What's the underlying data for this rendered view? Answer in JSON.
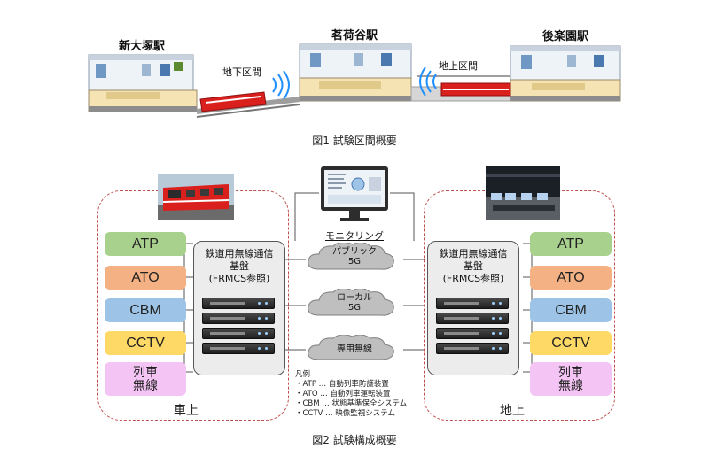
{
  "figure1": {
    "stations": [
      "新大塚駅",
      "茗荷谷駅",
      "後楽園駅"
    ],
    "sections": [
      "地下区間",
      "地上区間"
    ],
    "caption": "図1 試験区間概要",
    "train_color": "#d9201c"
  },
  "figure2": {
    "caption": "図2 試験構成概要",
    "onboard_label": "車上",
    "ground_label": "地上",
    "systems": [
      "ATP",
      "ATO",
      "CBM",
      "CCTV",
      "列車\n無線"
    ],
    "system_colors": [
      "#a9d18e",
      "#f4b183",
      "#9dc3e6",
      "#ffd966",
      "#f4c4f4"
    ],
    "base_title_lines": [
      "鉄道用無線通信",
      "基盤",
      "(FRMCS参照)"
    ],
    "monitoring_label": "モニタリング",
    "networks": [
      {
        "lines": [
          "パブリック",
          "5G"
        ]
      },
      {
        "lines": [
          "ローカル",
          "5G"
        ]
      },
      {
        "lines": [
          "専用無線"
        ]
      }
    ],
    "legend": {
      "title": "凡例",
      "items": [
        "・ATP … 自動列車防護装置",
        "・ATO … 自動列車運転装置",
        "・CBM … 状態基準保全システム",
        "・CCTV … 映像監視システム"
      ]
    },
    "frame_color": "#c0504d"
  }
}
